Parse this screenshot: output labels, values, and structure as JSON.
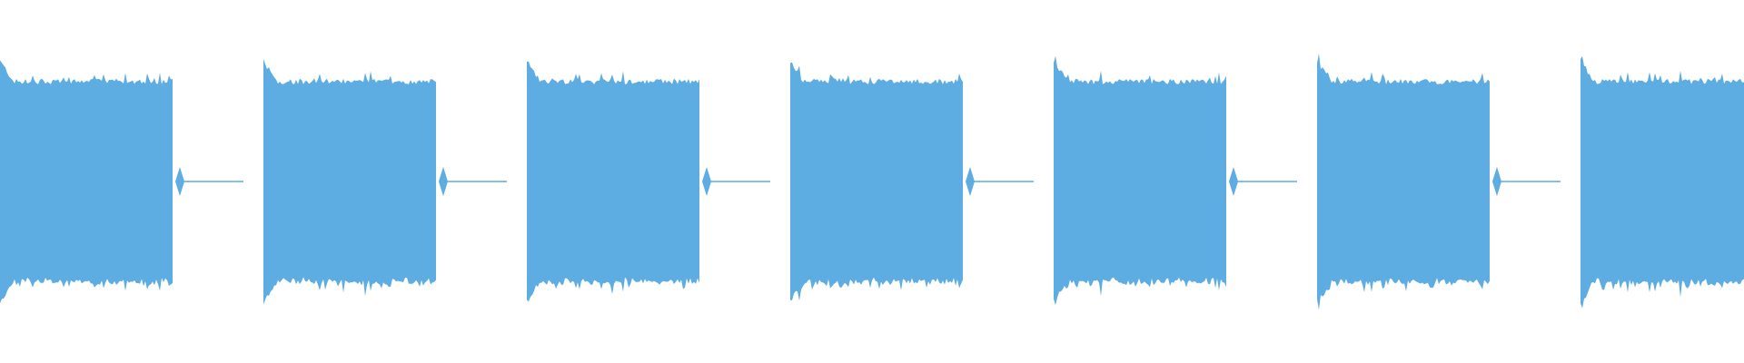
{
  "waveform": {
    "color": "#5DACE2",
    "background": "#FFFFFF",
    "pattern": "repeating-bursts",
    "burst_count": 7,
    "peak_amplitude": 0.72,
    "body_amplitude": 0.58,
    "trailing_ripple_amplitude": 0.08
  }
}
